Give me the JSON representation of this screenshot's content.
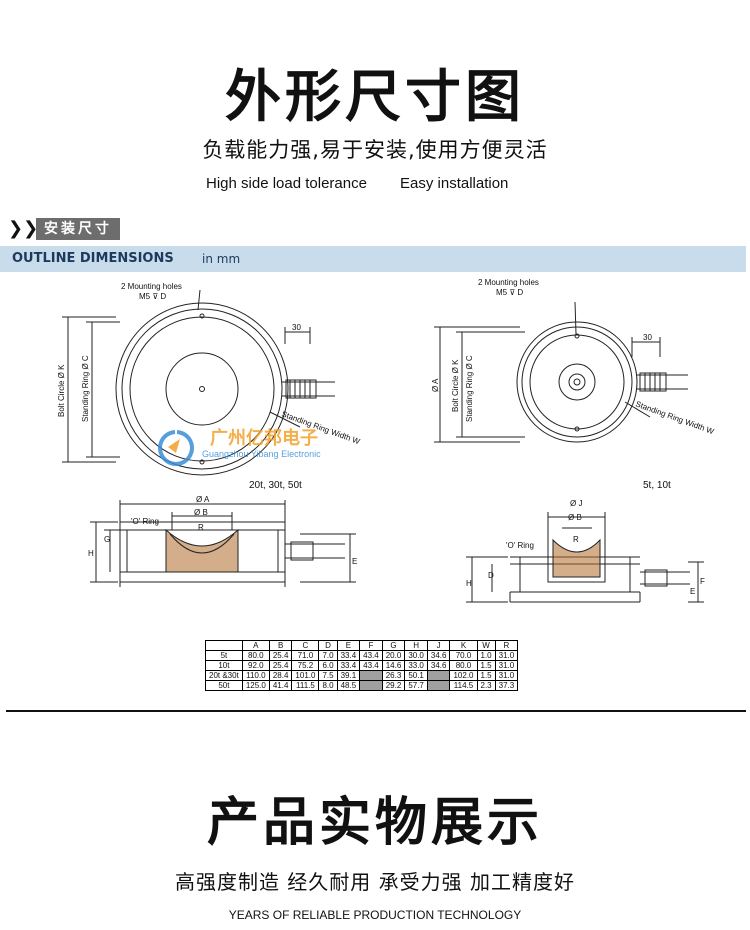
{
  "header": {
    "title": "外形尺寸图",
    "subtitle_cn": "负载能力强,易于安装,使用方便灵活",
    "tag1": "High side load tolerance",
    "tag2": "Easy installation"
  },
  "section": {
    "tag_label": "安装尺寸",
    "band_title": "OUTLINE DIMENSIONS",
    "band_unit": "in mm"
  },
  "drawing": {
    "mounting_holes": "2 Mounting holes",
    "m5_d": "M5 ⊽ D",
    "bolt_circle": "Bolt Circle Ø K",
    "standing_ring": "Standing Ring Ø C",
    "standing_ring_width": "Standing Ring Width W",
    "dim_30": "30",
    "phi_a": "Ø A",
    "phi_b": "Ø B",
    "phi_j": "Ø J",
    "r": "R",
    "o_ring": "'O' Ring",
    "h": "H",
    "g": "G",
    "d": "D",
    "e": "E",
    "f": "F",
    "caption_left": "20t, 30t, 50t",
    "caption_right": "5t, 10t",
    "watermark_cn": "广州亿邦电子",
    "watermark_en": "Guangzhou Yibang Electronic"
  },
  "table": {
    "headers": [
      "",
      "A",
      "B",
      "C",
      "D",
      "E",
      "F",
      "G",
      "H",
      "J",
      "K",
      "W",
      "R"
    ],
    "rows": [
      {
        "cells": [
          "5t",
          "80.0",
          "25.4",
          "71.0",
          "7.0",
          "33.4",
          "43.4",
          "20.0",
          "30.0",
          "34.6",
          "70.0",
          "1.0",
          "31.0"
        ]
      },
      {
        "cells": [
          "10t",
          "92.0",
          "25.4",
          "75.2",
          "6.0",
          "33.4",
          "43.4",
          "14.6",
          "33.0",
          "34.6",
          "80.0",
          "1.5",
          "31.0"
        ]
      },
      {
        "cells": [
          "20t &30t",
          "110.0",
          "28.4",
          "101.0",
          "7.5",
          "39.1",
          "",
          "26.3",
          "50.1",
          "",
          "102.0",
          "1.5",
          "31.0"
        ]
      },
      {
        "cells": [
          "50t",
          "125.0",
          "41.4",
          "111.5",
          "8.0",
          "48.5",
          "",
          "29.2",
          "57.7",
          "",
          "114.5",
          "2.3",
          "37.3"
        ]
      }
    ]
  },
  "footer": {
    "title": "产品实物展示",
    "subtitle_cn": "高强度制造 经久耐用 承受力强 加工精度好",
    "tagline": "YEARS OF RELIABLE PRODUCTION TECHNOLOGY"
  }
}
